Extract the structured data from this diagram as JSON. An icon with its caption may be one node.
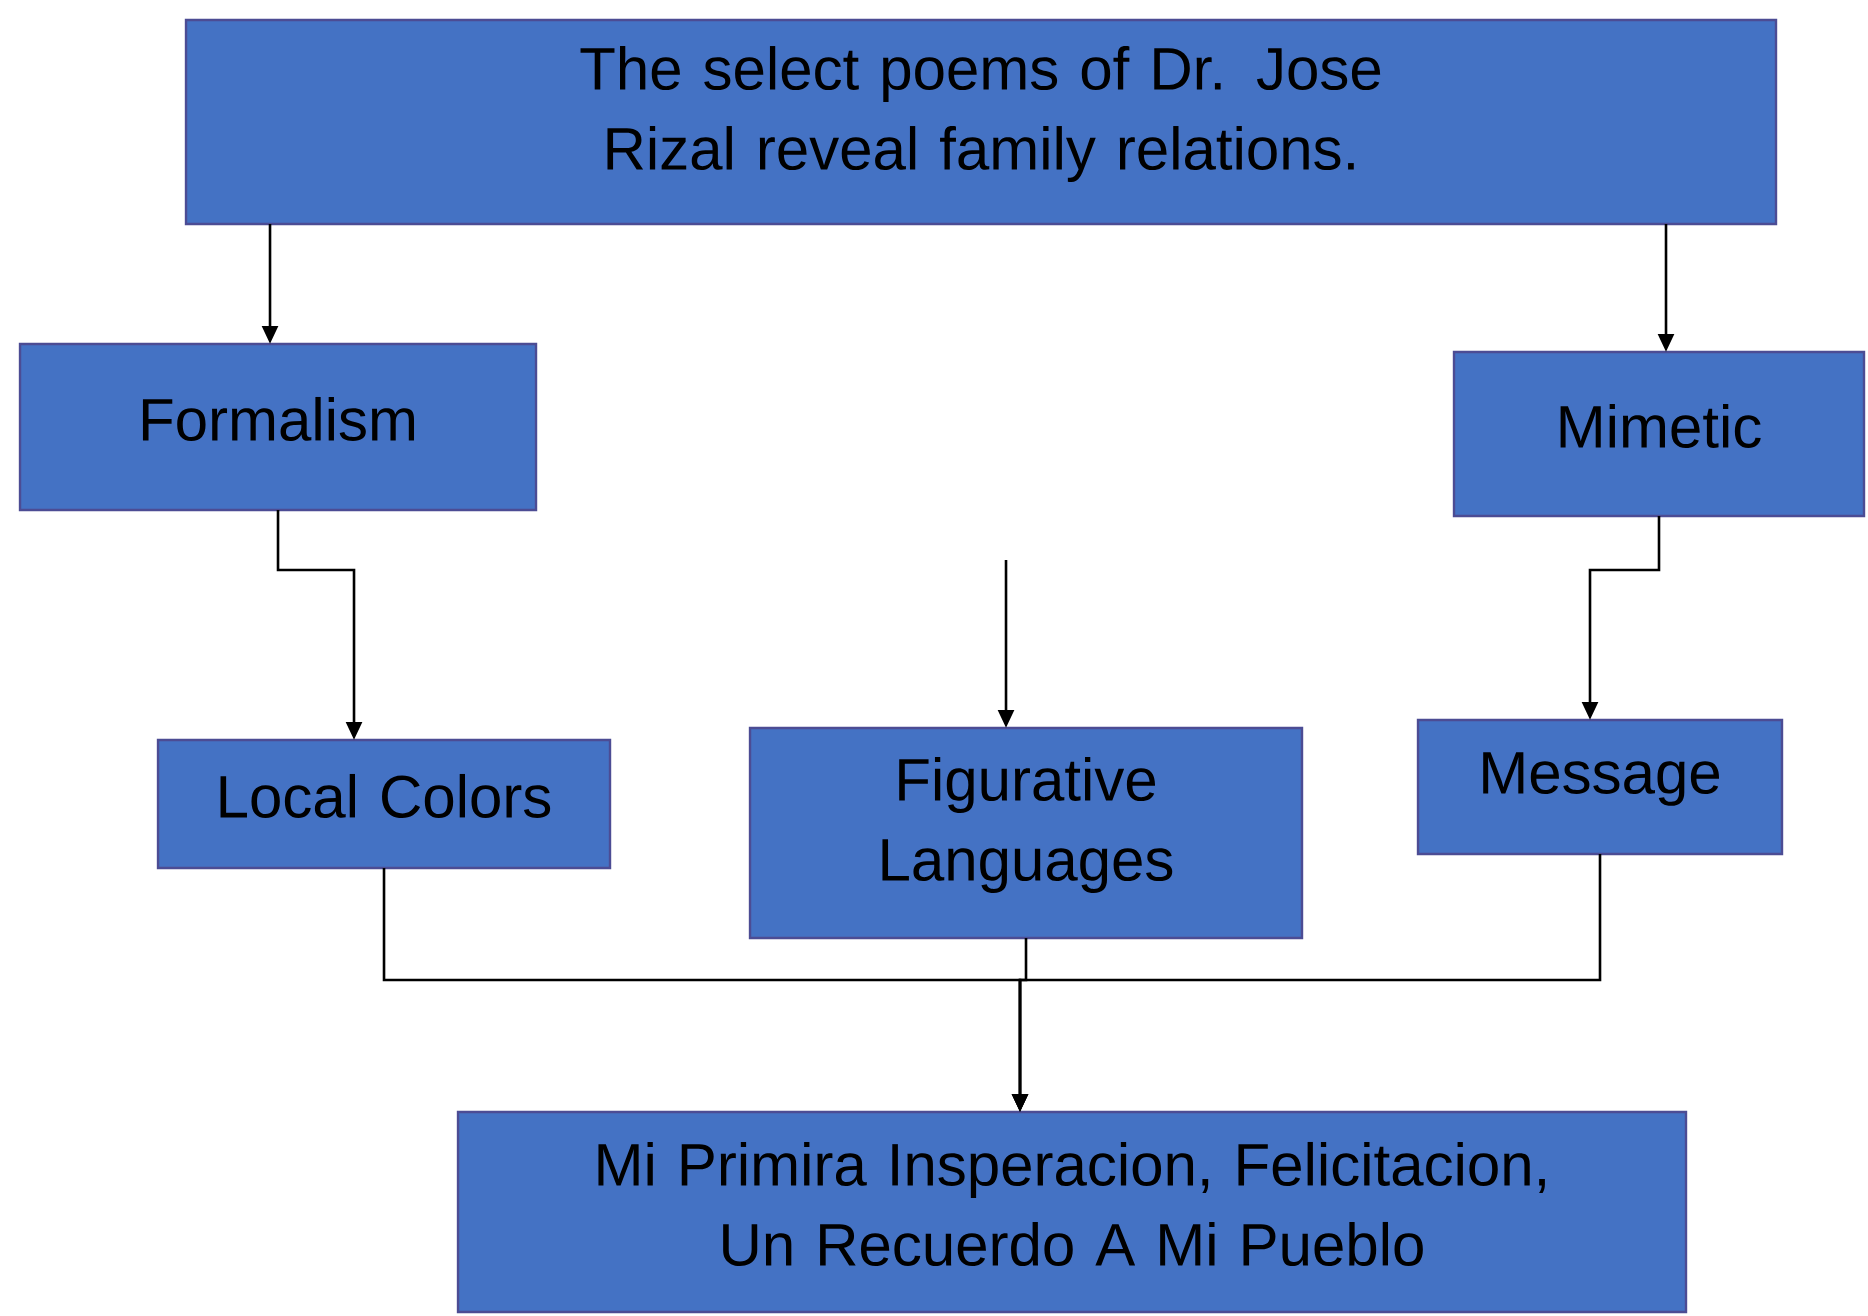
{
  "diagram": {
    "nodes": [
      {
        "text": [
          "The select poems of Dr. Jose Rizal reveal family relations."
        ]
      },
      {
        "text": [
          "Formalism"
        ]
      },
      {
        "text": [
          "Mimetic"
        ]
      },
      {
        "text": [
          "Local Colors"
        ]
      },
      {
        "text": [
          "Figurative Languages"
        ]
      },
      {
        "text": [
          "Message"
        ]
      },
      {
        "text": [
          "Mi Primira Insperacion, Felicitacion, Un Recuerdo A Mi Pueblo"
        ]
      }
    ],
    "edges": [
      {
        "from": 0,
        "to": 1,
        "arrow": "to"
      },
      {
        "from": 0,
        "to": 2,
        "arrow": "to"
      },
      {
        "from": 1,
        "to": 3,
        "arrow": "to"
      },
      {
        "from": null,
        "to": 4,
        "arrow": "to"
      },
      {
        "from": 2,
        "to": 5,
        "arrow": "to"
      },
      {
        "from": 3,
        "to": 6,
        "arrow": "to"
      },
      {
        "from": 4,
        "to": 6,
        "arrow": "to"
      },
      {
        "from": 5,
        "to": 6,
        "arrow": "to"
      }
    ]
  }
}
